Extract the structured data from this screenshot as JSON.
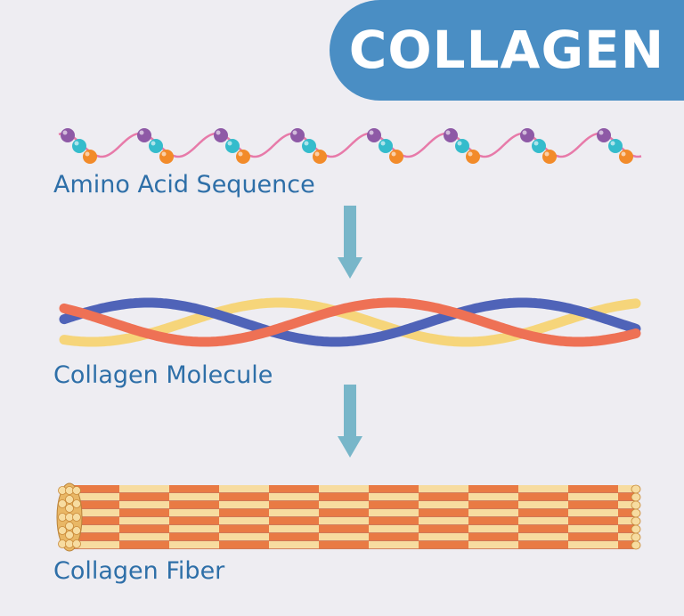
{
  "title": "COLLAGEN",
  "stages": [
    {
      "label": "Amino Acid Sequence"
    },
    {
      "label": "Collagen Molecule"
    },
    {
      "label": "Collagen Fiber"
    }
  ],
  "colors": {
    "banner": "#4a8ec4",
    "label_text": "#2e6fa8",
    "arrow": "#78b6c9",
    "chain_pink": "#e77aa9",
    "bead_purple": "#8e59a6",
    "bead_teal": "#35bccc",
    "bead_orange": "#f28b2a",
    "strand_red": "#ee7155",
    "strand_blue": "#4f63b8",
    "strand_yellow": "#f6d57a",
    "fiber_orange": "#e97a44",
    "fiber_cream": "#f7dca0"
  }
}
